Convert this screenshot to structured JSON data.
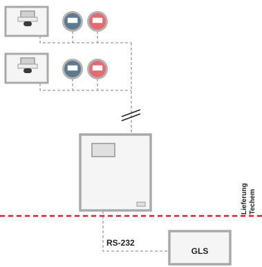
{
  "connection_label": "RS-232",
  "gls_label": "GLS",
  "boundary_label": {
    "line1": "Lieferung",
    "line2": "Techem"
  },
  "colors": {
    "device_stroke": "#a9a9a9",
    "device_fill": "#f5f5f5",
    "wire": "#9a9a9a",
    "meter_blue": "#5f7a8e",
    "meter_red": "#e46a70",
    "meter_ring": "#b3b3b3",
    "boundary_line": "#d81f2a",
    "text": "#222222"
  },
  "icons": {
    "sensor_top_1": "wall-sensor-icon",
    "sensor_top_2": "wall-sensor-icon",
    "meter_blue": "blue-meter-icon",
    "meter_red": "red-meter-icon",
    "break_mark": "line-break-icon",
    "controller": "controller-cabinet-icon"
  }
}
